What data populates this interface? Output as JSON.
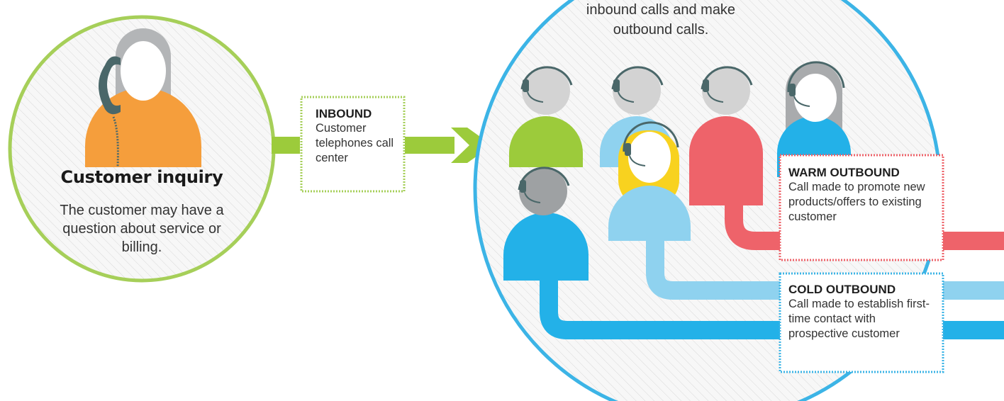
{
  "customer": {
    "title": "Customer inquiry",
    "description": "The customer may have a question about service or billing."
  },
  "call_center": {
    "caption": "inbound calls and make outbound calls."
  },
  "inbound": {
    "title": "INBOUND",
    "description": "Customer telephones call center"
  },
  "warm_outbound": {
    "title": "WARM OUTBOUND",
    "description": "Call made to promote new products/offers to existing customer"
  },
  "cold_outbound": {
    "title": "COLD OUTBOUND",
    "description": "Call made to establish first-time contact with prospective customer"
  },
  "colors": {
    "customer_ring": "#a6cf59",
    "call_center_ring": "#3cb4e6",
    "inbound_arrow": "#9ccb3b",
    "warm_line": "#ee636a",
    "light_blue_line": "#8fd2ef",
    "cold_line": "#23b1e8",
    "agent_yellow": "#f8d21f",
    "customer_body": "#f59e3c"
  }
}
